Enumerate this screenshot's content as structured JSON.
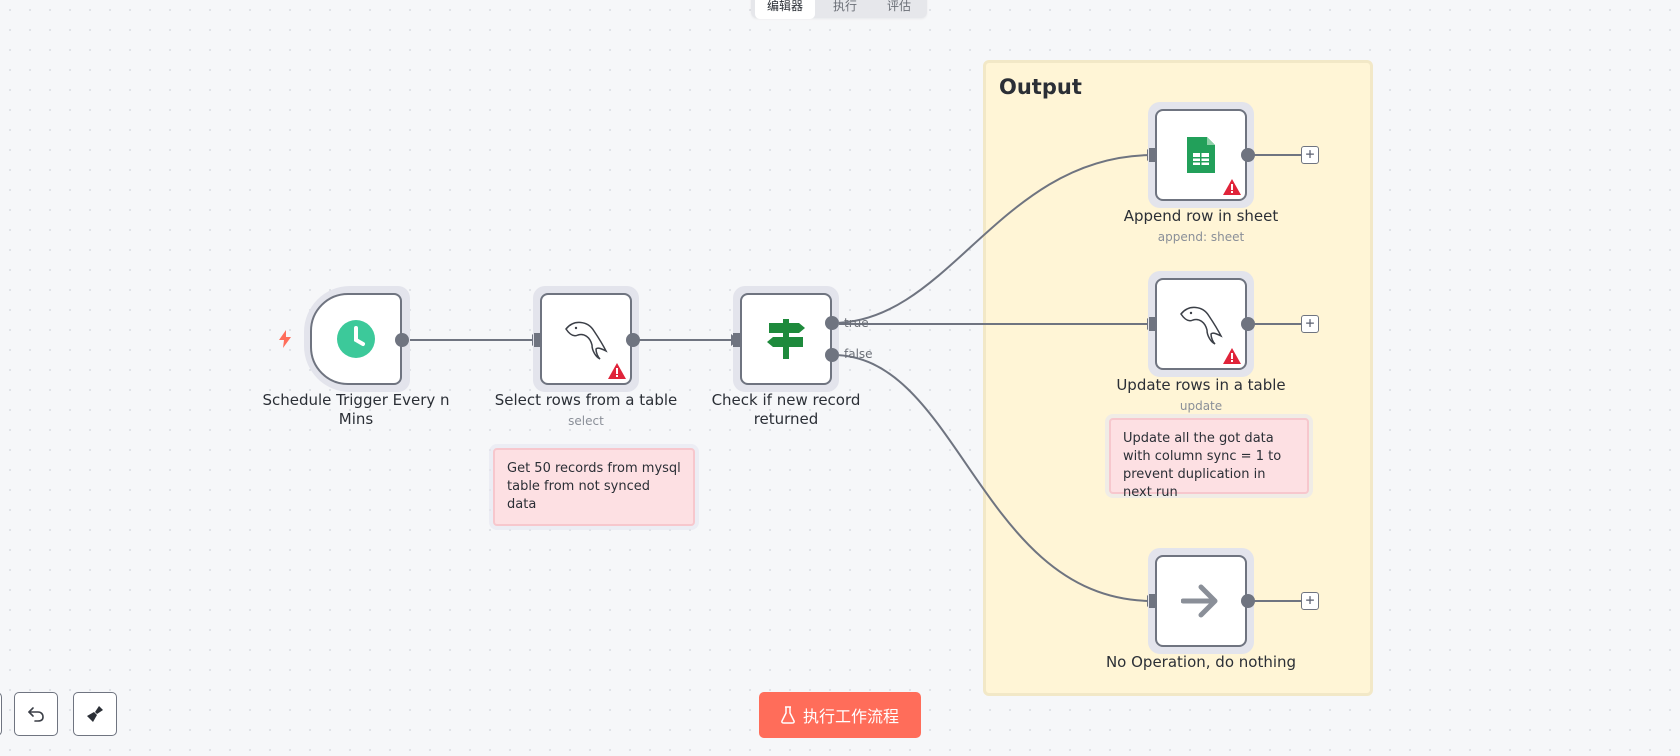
{
  "tabs": [
    {
      "label": "编辑器",
      "active": true
    },
    {
      "label": "执行",
      "active": false
    },
    {
      "label": "评估",
      "active": false
    }
  ],
  "sticky_output": {
    "title": "Output"
  },
  "nodes": {
    "schedule": {
      "label": "Schedule Trigger Every n Mins",
      "icon": "clock-icon"
    },
    "select_rows": {
      "label": "Select rows from a table",
      "subtitle": "select",
      "icon": "mysql-dolphin-icon",
      "warning": true
    },
    "check_if": {
      "label": "Check if new record returned",
      "icon": "signpost-icon"
    },
    "append_row": {
      "label": "Append row in sheet",
      "subtitle": "append: sheet",
      "icon": "google-sheets-icon",
      "warning": true
    },
    "update_rows": {
      "label": "Update rows in a table",
      "subtitle": "update",
      "icon": "mysql-dolphin-icon",
      "warning": true
    },
    "no_op": {
      "label": "No Operation, do nothing",
      "icon": "arrow-right-icon"
    }
  },
  "handles": {
    "true_label": "true",
    "false_label": "false"
  },
  "notes": {
    "select_note": "Get 50 records from mysql table from not synced data",
    "update_note": "Update all the got data with column sync = 1 to prevent duplication in next run"
  },
  "run_button": {
    "label": "执行工作流程",
    "icon": "flask-icon"
  },
  "colors": {
    "accent": "#ff6d5a",
    "sticky_bg": "#fff5d6",
    "note_bg": "#fde0e3",
    "clock_green": "#3cc99a",
    "signpost_green": "#1e8a3c",
    "sheets_green": "#22a05a",
    "warning_red": "#e0243a"
  }
}
